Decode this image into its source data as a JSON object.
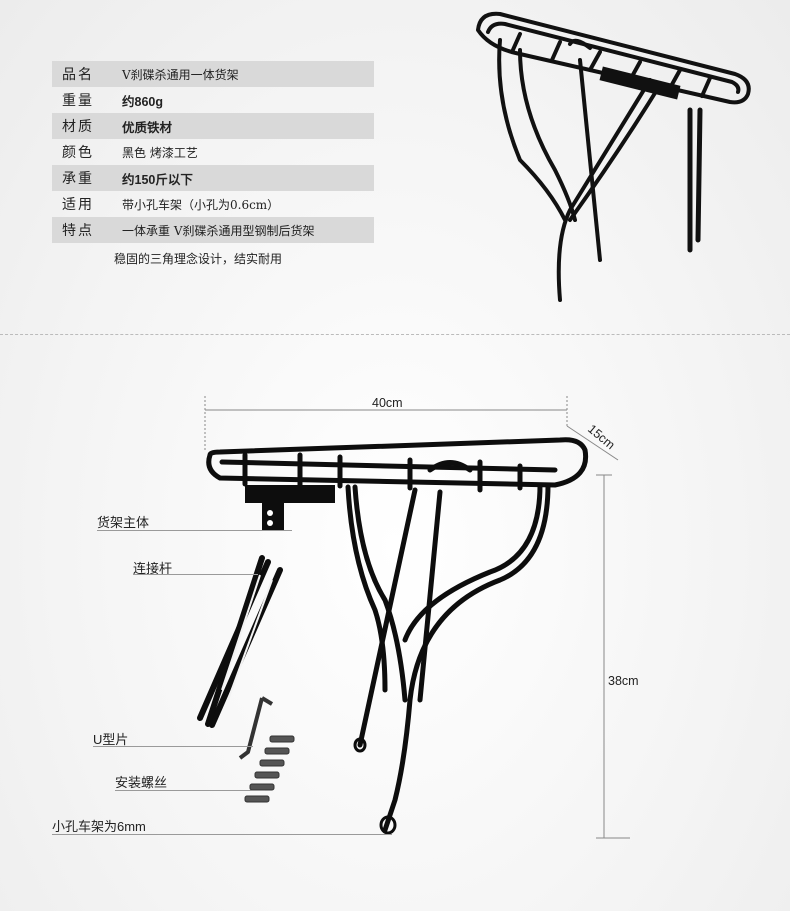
{
  "specs": [
    {
      "label": "品名",
      "value": "V刹碟杀通用一体货架",
      "shaded": true,
      "bold": false
    },
    {
      "label": "重量",
      "value": "约860g",
      "shaded": false,
      "bold": true
    },
    {
      "label": "材质",
      "value": "优质铁材",
      "shaded": true,
      "bold": true
    },
    {
      "label": "颜色",
      "value": "黑色 烤漆工艺",
      "shaded": false,
      "bold": false
    },
    {
      "label": "承重",
      "value": "约150斤以下",
      "shaded": true,
      "bold": true
    },
    {
      "label": "适用",
      "value": "带小孔车架（小孔为0.6cm）",
      "shaded": false,
      "bold": false
    },
    {
      "label": "特点",
      "value": "一体承重 V刹碟杀通用型钢制后货架",
      "shaded": true,
      "bold": false
    }
  ],
  "features_line2": "稳固的三角理念设计，结实耐用",
  "dimensions": {
    "width": "40cm",
    "depth": "15cm",
    "height": "38cm"
  },
  "parts": {
    "main_body": "货架主体",
    "link_rod": "连接杆",
    "u_piece": "U型片",
    "screws": "安装螺丝",
    "frame_hole": "小孔车架为6mm"
  },
  "colors": {
    "shaded_row": "#d9d9d9",
    "rack": "#111111"
  }
}
